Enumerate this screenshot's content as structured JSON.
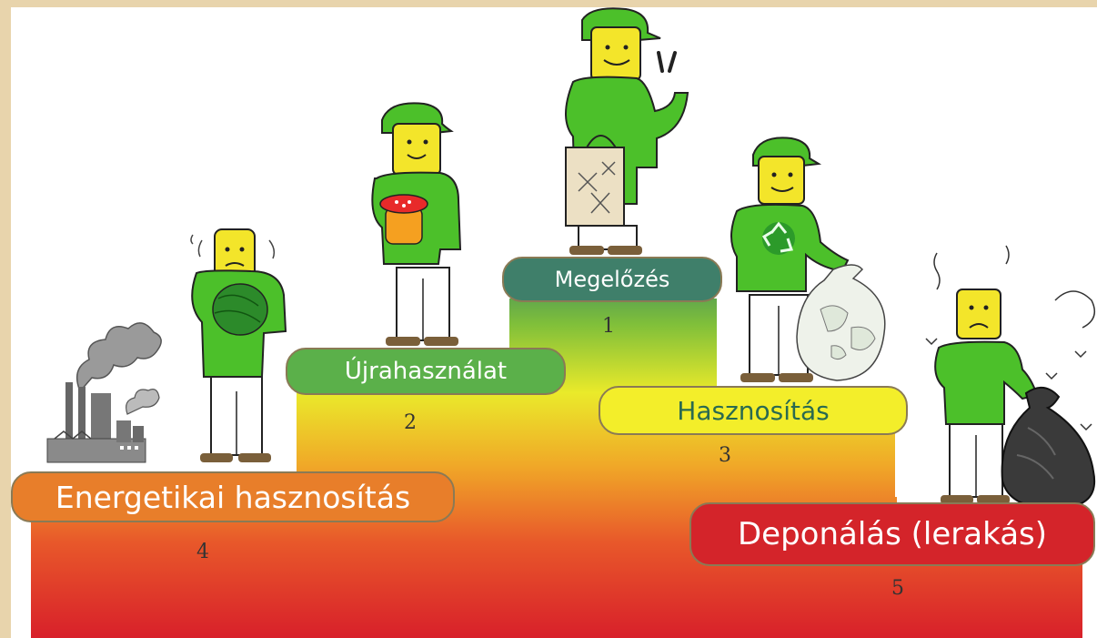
{
  "tiers": [
    {
      "id": "megelozes",
      "label": "Megelőzés",
      "number": "1"
    },
    {
      "id": "ujrahasznalat",
      "label": "Újrahasználat",
      "number": "2"
    },
    {
      "id": "hasznositas",
      "label": "Hasznosítás",
      "number": "3"
    },
    {
      "id": "energetikai",
      "label": "Energetikai hasznosítás",
      "number": "4"
    },
    {
      "id": "deponalas",
      "label": "Deponálás (lerakás)",
      "number": "5"
    }
  ],
  "colors": {
    "background": "#e8d4ac",
    "tier1": "#3f7f6a",
    "tier2": "#5bb04a",
    "tier3": "#f3ee2a",
    "tier4": "#e87e2a",
    "tier5": "#d4242a",
    "figure_shirt": "#4cc02a",
    "figure_face": "#f3e52a"
  },
  "icons": [
    "factory-icon",
    "tote-bag-icon",
    "jar-icon",
    "recycle-icon",
    "trash-bag-icon",
    "fly-icon"
  ]
}
